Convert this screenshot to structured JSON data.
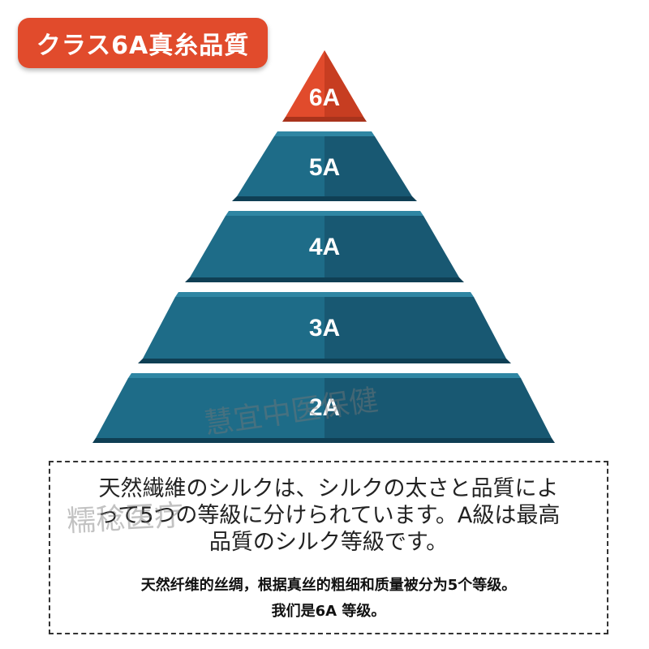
{
  "badge": {
    "text": "クラス6A真糸品質",
    "color": "#e14b2c"
  },
  "pyramid": {
    "tiers": [
      {
        "label": "6A",
        "color": "#e14b2c"
      },
      {
        "label": "5A",
        "color": "#1e6c88"
      },
      {
        "label": "4A",
        "color": "#1e6c88"
      },
      {
        "label": "3A",
        "color": "#1e6c88"
      },
      {
        "label": "2A",
        "color": "#1e6c88"
      }
    ]
  },
  "watermarks": {
    "line1": "慧宜中医保健",
    "line2": "糯稔医疗"
  },
  "description": {
    "jp_line1": "天然繊維のシルクは、シルクの太さと品質によ",
    "jp_line2": "って5つの等級に分けられています。A級は最高",
    "jp_line3": "品質のシルク等級です。",
    "cn_line1": "天然纤维的丝绸，根据真丝的粗细和质量被分为5个等级。",
    "cn_line2": "我们是6A 等级。"
  }
}
